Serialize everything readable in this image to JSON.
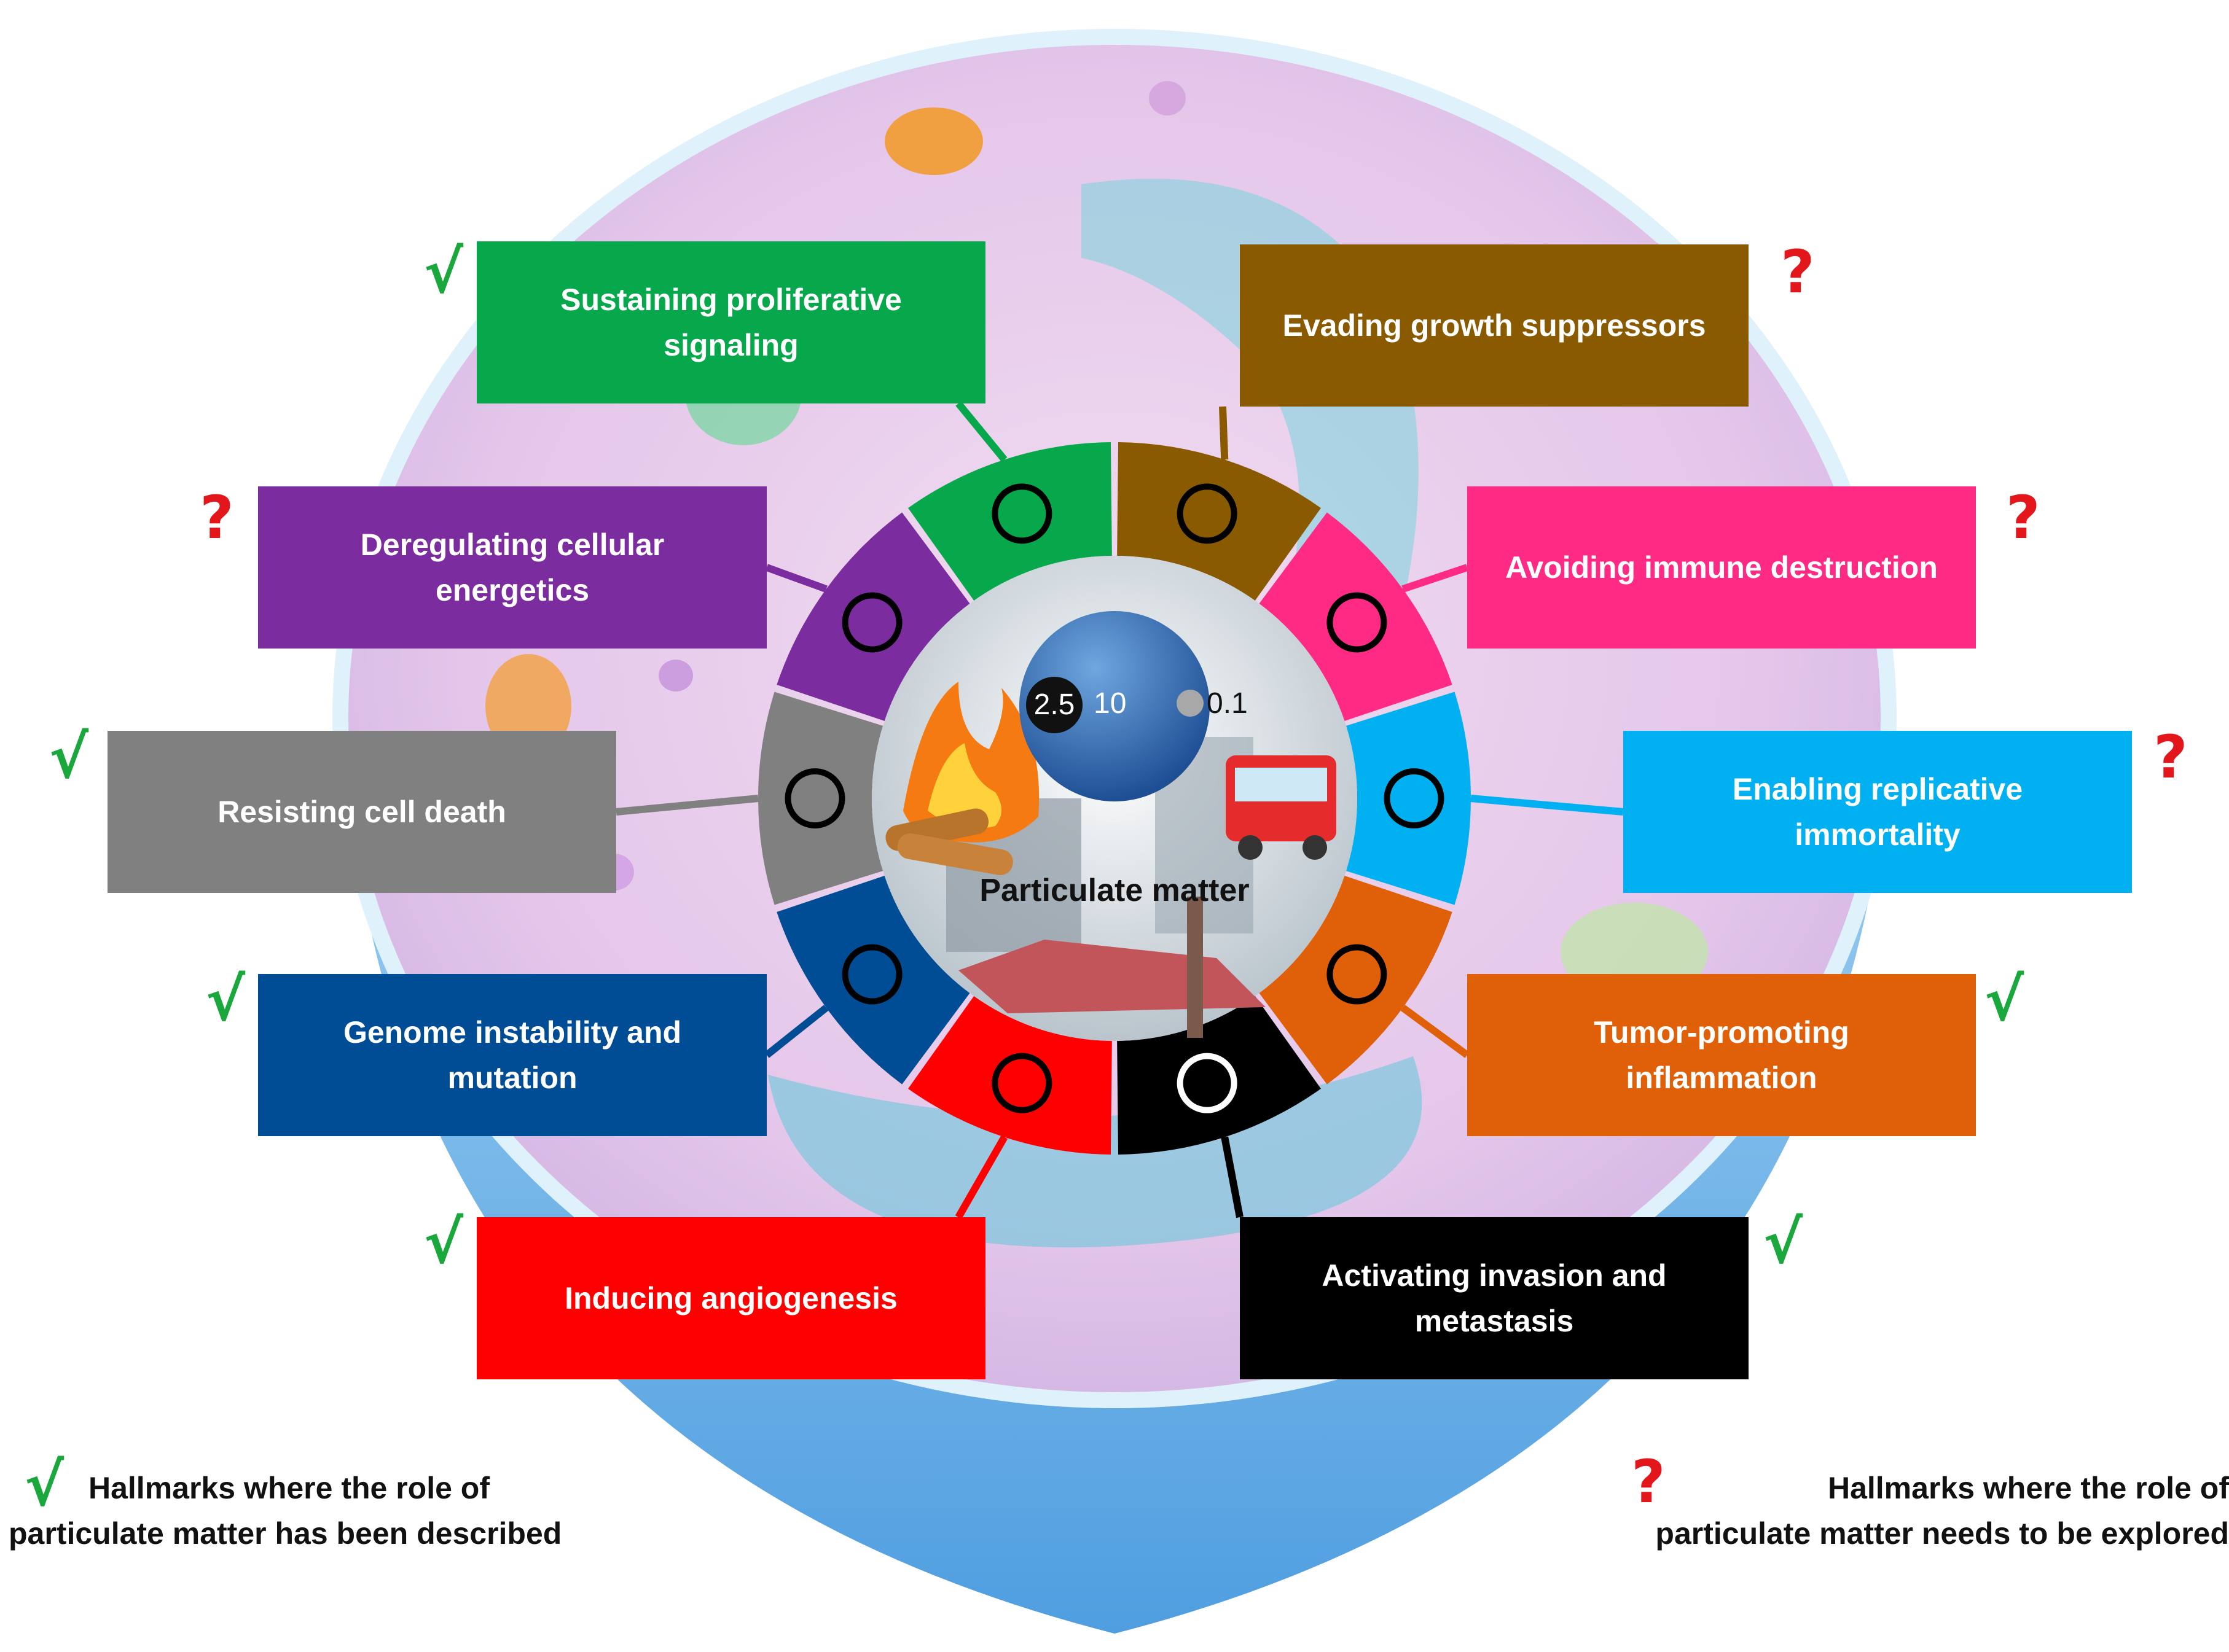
{
  "center": {
    "title": "Particulate matter",
    "sizes": [
      "2.5",
      "10",
      "0.1"
    ]
  },
  "hallmarks": [
    {
      "key": "sustaining",
      "label": "Sustaining proliferative\nsignaling",
      "color": "#06a84b",
      "status": "described",
      "icon": "arrow-turn-icon"
    },
    {
      "key": "evading",
      "label": "Evading growth suppressors",
      "color": "#8a5a00",
      "status": "explore",
      "icon": "prohibited-icon"
    },
    {
      "key": "immune",
      "label": "Avoiding immune destruction",
      "color": "#ff2a84",
      "status": "explore",
      "icon": "immune-cell-icon"
    },
    {
      "key": "immortality",
      "label": "Enabling replicative\nimmortality",
      "color": "#00b0f0",
      "status": "explore",
      "icon": "infinity-icon"
    },
    {
      "key": "inflammation",
      "label": "Tumor-promoting\ninflammation",
      "color": "#e0600a",
      "status": "described",
      "icon": "flame-icon"
    },
    {
      "key": "invasion",
      "label": "Activating invasion and\nmetastasis",
      "color": "#000000",
      "status": "described",
      "icon": "splatter-icon"
    },
    {
      "key": "angiogenesis",
      "label": "Inducing angiogenesis",
      "color": "#ff0000",
      "status": "described",
      "icon": "blood-vessel-icon"
    },
    {
      "key": "genome",
      "label": "Genome instability and\nmutation",
      "color": "#004d96",
      "status": "described",
      "icon": "dna-icon"
    },
    {
      "key": "death",
      "label": "Resisting cell death",
      "color": "#808080",
      "status": "described",
      "icon": "cross-icon"
    },
    {
      "key": "energetics",
      "label": "Deregulating cellular\nenergetics",
      "color": "#7b2c9e",
      "status": "explore",
      "icon": "atom-icon"
    }
  ],
  "marks": {
    "check": "√",
    "question": "?"
  },
  "legend": {
    "described": "Hallmarks where the role of\nparticulate matter has been described",
    "explore": "Hallmarks where the role of\nparticulate matter needs to be explored"
  }
}
